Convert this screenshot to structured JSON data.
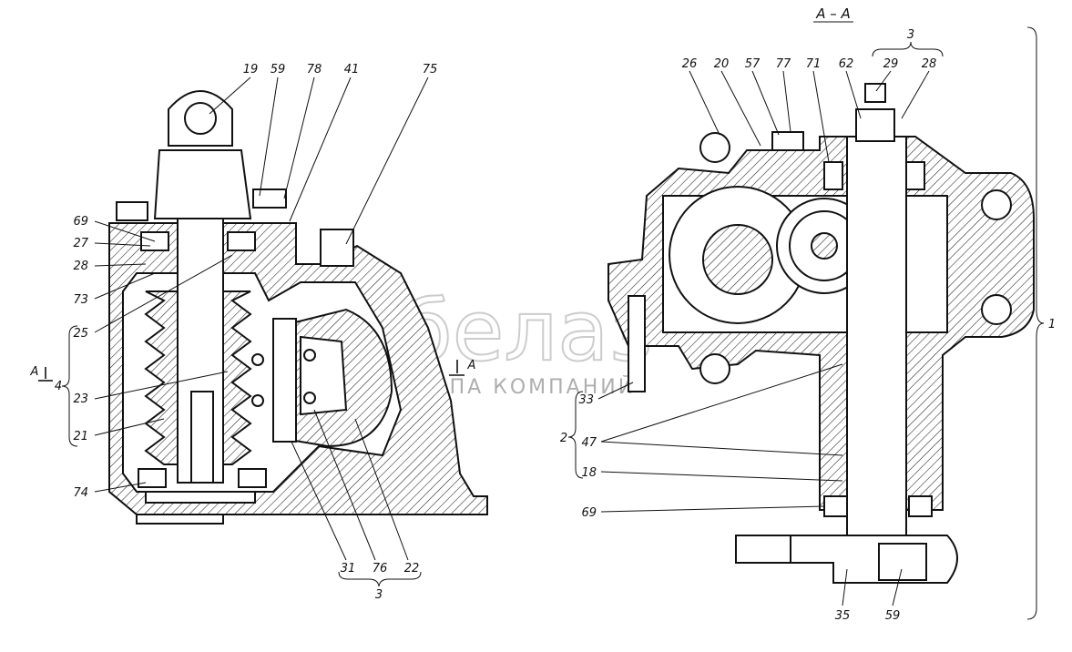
{
  "section_title": "А – А",
  "corner_mark": "",
  "watermark": {
    "brand": "белаз",
    "subtitle": "ГРУППА КОМПАНИЙ"
  },
  "left_view": {
    "section_marks": [
      "А",
      "А"
    ],
    "top_labels": [
      "19",
      "59",
      "78",
      "41",
      "75"
    ],
    "side_labels": [
      "69",
      "27",
      "28",
      "73",
      "25",
      "23",
      "21",
      "74"
    ],
    "group_labels": {
      "group4": "4",
      "group3": "3"
    },
    "bottom_labels": [
      "31",
      "76",
      "22"
    ]
  },
  "right_view": {
    "top_labels": [
      "26",
      "20",
      "57",
      "77",
      "71",
      "62",
      "29",
      "28"
    ],
    "group_top": "3",
    "group_side": "1",
    "left_labels": [
      "33",
      "47",
      "18",
      "69"
    ],
    "group2": "2",
    "bottom_labels": [
      "35",
      "59"
    ]
  }
}
